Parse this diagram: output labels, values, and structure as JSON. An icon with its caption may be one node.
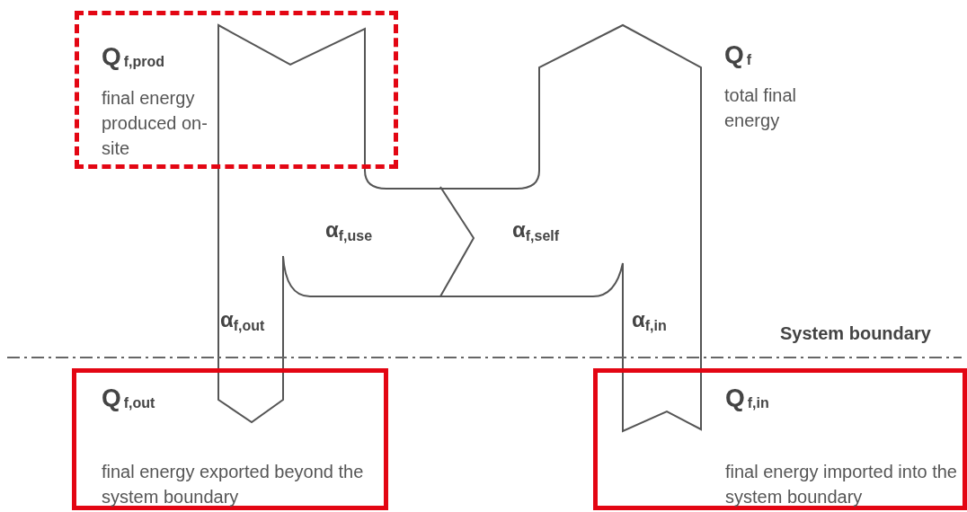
{
  "diagram": {
    "nodes": [
      {
        "text": [
          "Q$_{f,prod}$",
          "final energy produced on-site"
        ]
      },
      {
        "text": [
          "Q$_{f,out}$",
          "final energy exported beyond the system boundary"
        ]
      },
      {
        "text": [
          "Q$_{f,in}$",
          "final energy imported into the system boundary"
        ]
      }
    ],
    "labels": [
      "Q$_{f}$",
      "total final energy",
      "α$_{f,use}$",
      "α$_{f,self}$",
      "α$_{f,out}$",
      "α$_{f,in}$",
      "System boundary"
    ]
  }
}
